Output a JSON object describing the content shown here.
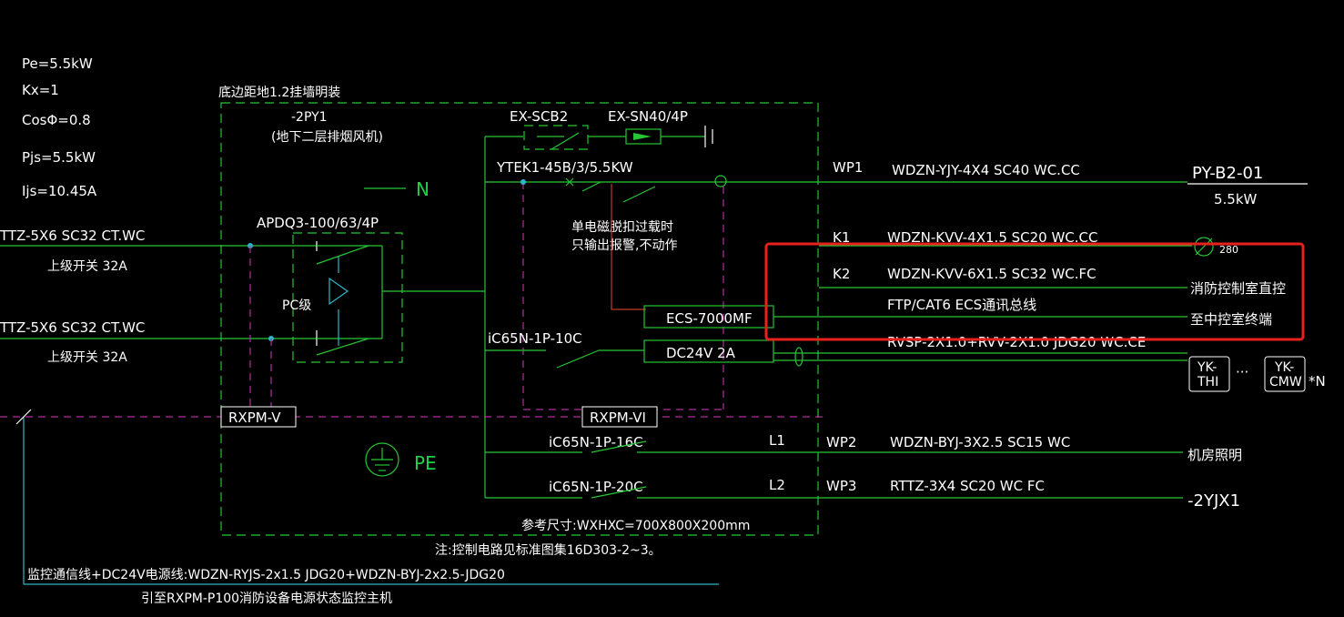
{
  "calc": {
    "pe": "Pe=5.5kW",
    "kx": "Kx=1",
    "cos": "CosΦ=0.8",
    "pjs": "Pjs=5.5kW",
    "ijs": "Ijs=10.45A"
  },
  "box": {
    "mount": "底边距地1.2挂墙明装",
    "panel_id": "-2PY1",
    "panel_desc": "(地下二层排烟风机)",
    "n_label": "N",
    "pe_label": "PE",
    "size_note": "参考尺寸:WXHXC=700X800X200mm",
    "std_note": "注:控制电路见标准图集16D303-2~3。"
  },
  "incoming": {
    "cable1": "TTZ-5X6 SC32 CT.WC",
    "sw1": "上级开关 32A",
    "cable2": "TTZ-5X6 SC32 CT.WC",
    "sw2": "上级开关 32A",
    "ats": "APDQ3-100/63/4P",
    "pc": "PC级",
    "rxpm_v": "RXPM-V",
    "rxpm_vi": "RXPM-VI"
  },
  "devices": {
    "scb": "EX-SCB2",
    "sn": "EX-SN40/4P",
    "ytek": "YTEK1-45B/3/5.5KW",
    "relay_note1": "单电磁脱扣过载时",
    "relay_note2": "只输出报警,不动作",
    "ecs": "ECS-7000MF",
    "dc": "DC24V 2A",
    "ic1": "iC65N-1P-10C",
    "ic2": "iC65N-1P-16C",
    "ic3": "iC65N-1P-20C",
    "l1": "L1",
    "l2": "L2"
  },
  "circuits": {
    "wp1": "WP1",
    "wp1_cable": "WDZN-YJY-4X4 SC40 WC.CC",
    "wp1_load": "PY-B2-01",
    "wp1_power": "5.5kW",
    "k1": "K1",
    "k1_cable": "WDZN-KVV-4X1.5 SC20 WC.CC",
    "k1_angle": "280",
    "k2": "K2",
    "k2_cable": "WDZN-KVV-6X1.5 SC32 WC.FC",
    "k2_dest": "消防控制室直控",
    "ftp": "FTP/CAT6 ECS通讯总线",
    "ftp_dest": "至中控室终端",
    "rvsp": "RVSP-2X1.0+RVV-2X1.0 JDG20 WC.CE",
    "yk1a": "YK-",
    "yk1b": "THI",
    "dots": "···",
    "yk2a": "YK-",
    "yk2b": "CMW",
    "yk_n": "*N",
    "wp2": "WP2",
    "wp2_cable": "WDZN-BYJ-3X2.5 SC15 WC",
    "wp2_dest": "机房照明",
    "wp3": "WP3",
    "wp3_cable": "RTTZ-3X4 SC20 WC FC",
    "wp3_dest": "-2YJX1"
  },
  "bottom": {
    "line1": "监控通信线+DC24V电源线:WDZN-RYJS-2x1.5 JDG20+WDZN-BYJ-2x2.5-JDG20",
    "line2": "引至RXPM-P100消防设备电源状态监控主机"
  },
  "colors": {
    "background": "#000000",
    "wire": "#26c535",
    "highlight": "#e8211f",
    "monitor": "#b02ea0",
    "signal": "#2fb6c9"
  }
}
